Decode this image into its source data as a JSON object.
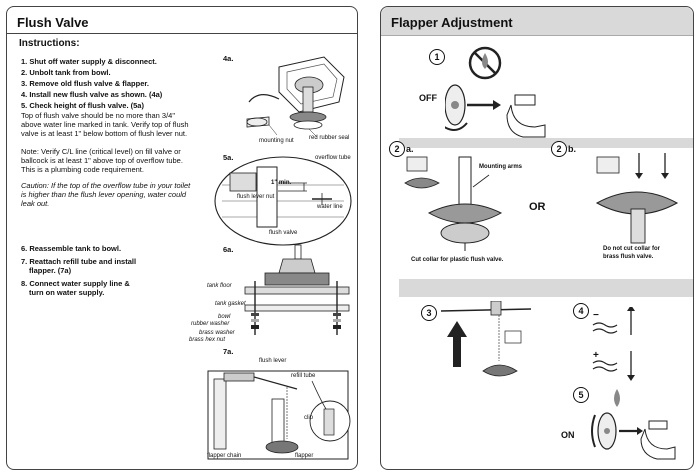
{
  "left": {
    "title": "Flush Valve",
    "instructions_heading": "Instructions:",
    "steps_a": [
      "1. Shut off water supply & disconnect.",
      "2. Unbolt tank from bowl.",
      "3. Remove old flush valve & flapper.",
      "4. Install new flush valve as shown. (4a)",
      "5. Check height of flush valve. (5a)"
    ],
    "height_note": [
      "Top of flush valve should be no more than 3/4\"",
      "above water line marked in tank. Verify top of flush",
      "valve is at least 1\" below bottom of flush lever nut."
    ],
    "critical_note": [
      "Note: Verify C/L line (critical level) on fill valve or",
      "ballcock is at least 1\" above top of overflow tube.",
      "This is a plumbing code requirement."
    ],
    "caution": [
      "Caution: If the top of the overflow tube in your toilet",
      "is higher than the flush lever opening, water could",
      "leak out."
    ],
    "steps_b": [
      "6. Reassemble tank to bowl.",
      "7. Reattach refill tube and install",
      "flapper. (7a)",
      "8. Connect water supply line &",
      "turn on water supply."
    ],
    "fig4a": {
      "label": "4a.",
      "mounting_nut": "mounting nut",
      "rubber_seal": "red rubber seal"
    },
    "fig5a": {
      "label": "5a.",
      "overflow_tube": "overflow tube",
      "min": "1\" min.",
      "flush_lever_nut": "flush lever nut",
      "water_line": "water line",
      "flush_valve": "flush valve"
    },
    "fig6a": {
      "label": "6a.",
      "tank_floor": "tank floor",
      "tank_gasket": "tank gasket",
      "bowl": "bowl",
      "rubber_washer": "rubber washer",
      "brass_washer": "brass washer",
      "brass_hex_nut": "brass hex nut"
    },
    "fig7a": {
      "label": "7a.",
      "flush_lever": "flush lever",
      "refill_tube": "refill tube",
      "clip": "clip",
      "flapper_chain": "flapper chain",
      "flapper": "flapper"
    }
  },
  "right": {
    "title": "Flapper Adjustment",
    "step1": {
      "num": "1",
      "off": "OFF"
    },
    "step2a": {
      "num": "2",
      "sub": "a.",
      "mounting_arms": "Mounting arms",
      "caption": "Cut collar for plastic flush valve."
    },
    "or": "OR",
    "step2b": {
      "num": "2",
      "sub": "b.",
      "caption_1": "Do not cut collar for",
      "caption_2": "brass flush valve."
    },
    "step3": {
      "num": "3"
    },
    "step4": {
      "num": "4",
      "minus": "−",
      "plus": "+"
    },
    "step5": {
      "num": "5",
      "on": "ON"
    }
  }
}
